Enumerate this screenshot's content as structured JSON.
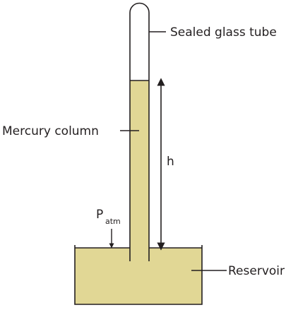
{
  "diagram": {
    "labels": {
      "tube": "Sealed glass tube",
      "column": "Mercury column",
      "height": "h",
      "pressure_main": "P",
      "pressure_sub": "atm",
      "reservoir": "Reservoir"
    },
    "colors": {
      "mercury": "#e1d795",
      "outline": "#231f20",
      "background": "#ffffff"
    }
  }
}
